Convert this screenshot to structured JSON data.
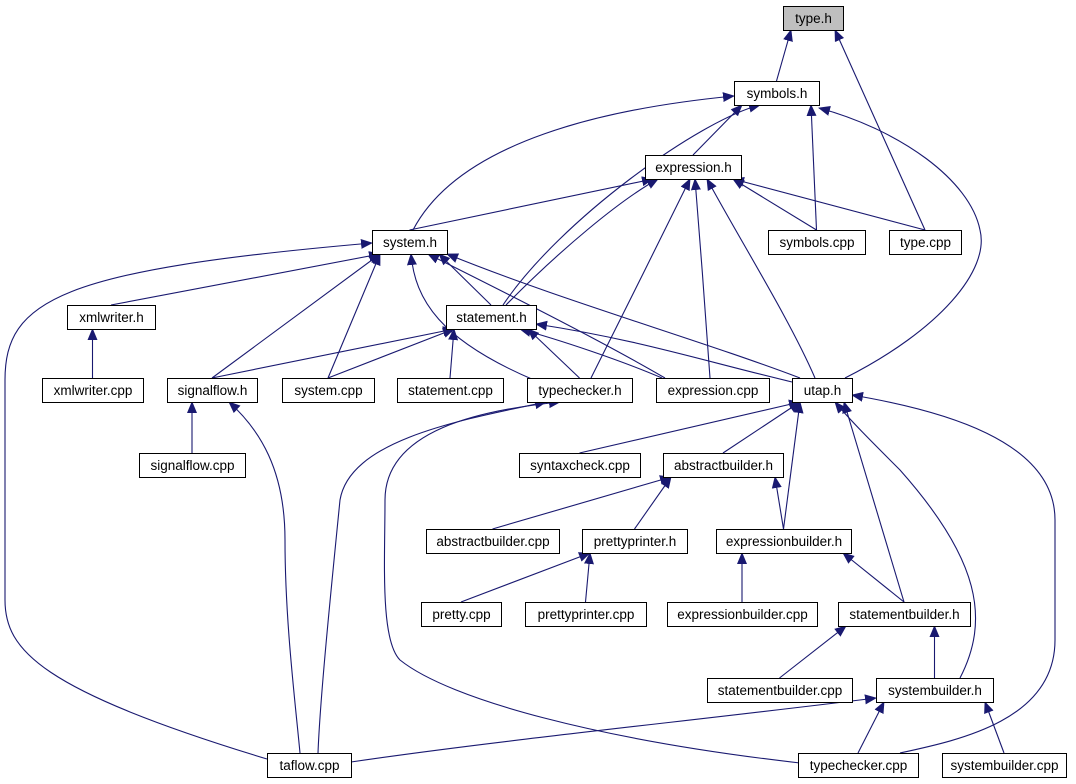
{
  "colors": {
    "edge": "#191970",
    "node_border": "#000000",
    "node_fill": "#ffffff",
    "root_fill": "#bfbfbf"
  },
  "nodes": [
    {
      "id": "type_h",
      "label": "type.h",
      "root": true
    },
    {
      "id": "symbols_h",
      "label": "symbols.h"
    },
    {
      "id": "expression_h",
      "label": "expression.h"
    },
    {
      "id": "system_h",
      "label": "system.h"
    },
    {
      "id": "symbols_cpp",
      "label": "symbols.cpp"
    },
    {
      "id": "type_cpp",
      "label": "type.cpp"
    },
    {
      "id": "xmlwriter_h",
      "label": "xmlwriter.h"
    },
    {
      "id": "statement_h",
      "label": "statement.h"
    },
    {
      "id": "xmlwriter_cpp",
      "label": "xmlwriter.cpp"
    },
    {
      "id": "signalflow_h",
      "label": "signalflow.h"
    },
    {
      "id": "system_cpp",
      "label": "system.cpp"
    },
    {
      "id": "statement_cpp",
      "label": "statement.cpp"
    },
    {
      "id": "typechecker_h",
      "label": "typechecker.h"
    },
    {
      "id": "expression_cpp",
      "label": "expression.cpp"
    },
    {
      "id": "utap_h",
      "label": "utap.h"
    },
    {
      "id": "signalflow_cpp",
      "label": "signalflow.cpp"
    },
    {
      "id": "syntaxcheck_cpp",
      "label": "syntaxcheck.cpp"
    },
    {
      "id": "abstractbuilder_h",
      "label": "abstractbuilder.h"
    },
    {
      "id": "abstractbuilder_cpp",
      "label": "abstractbuilder.cpp"
    },
    {
      "id": "prettyprinter_h",
      "label": "prettyprinter.h"
    },
    {
      "id": "expressionbuilder_h",
      "label": "expressionbuilder.h"
    },
    {
      "id": "pretty_cpp",
      "label": "pretty.cpp"
    },
    {
      "id": "prettyprinter_cpp",
      "label": "prettyprinter.cpp"
    },
    {
      "id": "expressionbuilder_cpp",
      "label": "expressionbuilder.cpp"
    },
    {
      "id": "statementbuilder_h",
      "label": "statementbuilder.h"
    },
    {
      "id": "statementbuilder_cpp",
      "label": "statementbuilder.cpp"
    },
    {
      "id": "systembuilder_h",
      "label": "systembuilder.h"
    },
    {
      "id": "taflow_cpp",
      "label": "taflow.cpp"
    },
    {
      "id": "typechecker_cpp",
      "label": "typechecker.cpp"
    },
    {
      "id": "systembuilder_cpp",
      "label": "systembuilder.cpp"
    }
  ],
  "edges": [
    [
      "symbols_h",
      "type_h"
    ],
    [
      "type_cpp",
      "type_h"
    ],
    [
      "expression_h",
      "symbols_h"
    ],
    [
      "system_h",
      "symbols_h"
    ],
    [
      "statement_h",
      "symbols_h"
    ],
    [
      "symbols_cpp",
      "symbols_h"
    ],
    [
      "utap_h",
      "symbols_h"
    ],
    [
      "system_h",
      "expression_h"
    ],
    [
      "statement_h",
      "expression_h"
    ],
    [
      "typechecker_h",
      "expression_h"
    ],
    [
      "expression_cpp",
      "expression_h"
    ],
    [
      "utap_h",
      "expression_h"
    ],
    [
      "symbols_cpp",
      "expression_h"
    ],
    [
      "type_cpp",
      "expression_h"
    ],
    [
      "xmlwriter_h",
      "system_h"
    ],
    [
      "statement_h",
      "system_h"
    ],
    [
      "signalflow_h",
      "system_h"
    ],
    [
      "system_cpp",
      "system_h"
    ],
    [
      "typechecker_h",
      "system_h"
    ],
    [
      "expression_cpp",
      "system_h"
    ],
    [
      "utap_h",
      "system_h"
    ],
    [
      "taflow_cpp",
      "system_h"
    ],
    [
      "xmlwriter_cpp",
      "xmlwriter_h"
    ],
    [
      "signalflow_h",
      "statement_h"
    ],
    [
      "system_cpp",
      "statement_h"
    ],
    [
      "statement_cpp",
      "statement_h"
    ],
    [
      "typechecker_h",
      "statement_h"
    ],
    [
      "expression_cpp",
      "statement_h"
    ],
    [
      "utap_h",
      "statement_h"
    ],
    [
      "signalflow_cpp",
      "signalflow_h"
    ],
    [
      "taflow_cpp",
      "signalflow_h"
    ],
    [
      "taflow_cpp",
      "typechecker_h"
    ],
    [
      "typechecker_cpp",
      "typechecker_h"
    ],
    [
      "syntaxcheck_cpp",
      "utap_h"
    ],
    [
      "abstractbuilder_h",
      "utap_h"
    ],
    [
      "expressionbuilder_h",
      "utap_h"
    ],
    [
      "statementbuilder_h",
      "utap_h"
    ],
    [
      "systembuilder_h",
      "utap_h"
    ],
    [
      "typechecker_cpp",
      "utap_h"
    ],
    [
      "abstractbuilder_cpp",
      "abstractbuilder_h"
    ],
    [
      "prettyprinter_h",
      "abstractbuilder_h"
    ],
    [
      "expressionbuilder_h",
      "abstractbuilder_h"
    ],
    [
      "pretty_cpp",
      "prettyprinter_h"
    ],
    [
      "prettyprinter_cpp",
      "prettyprinter_h"
    ],
    [
      "expressionbuilder_cpp",
      "expressionbuilder_h"
    ],
    [
      "statementbuilder_h",
      "expressionbuilder_h"
    ],
    [
      "statementbuilder_cpp",
      "statementbuilder_h"
    ],
    [
      "systembuilder_h",
      "statementbuilder_h"
    ],
    [
      "taflow_cpp",
      "systembuilder_h"
    ],
    [
      "typechecker_cpp",
      "systembuilder_h"
    ],
    [
      "systembuilder_cpp",
      "systembuilder_h"
    ]
  ]
}
